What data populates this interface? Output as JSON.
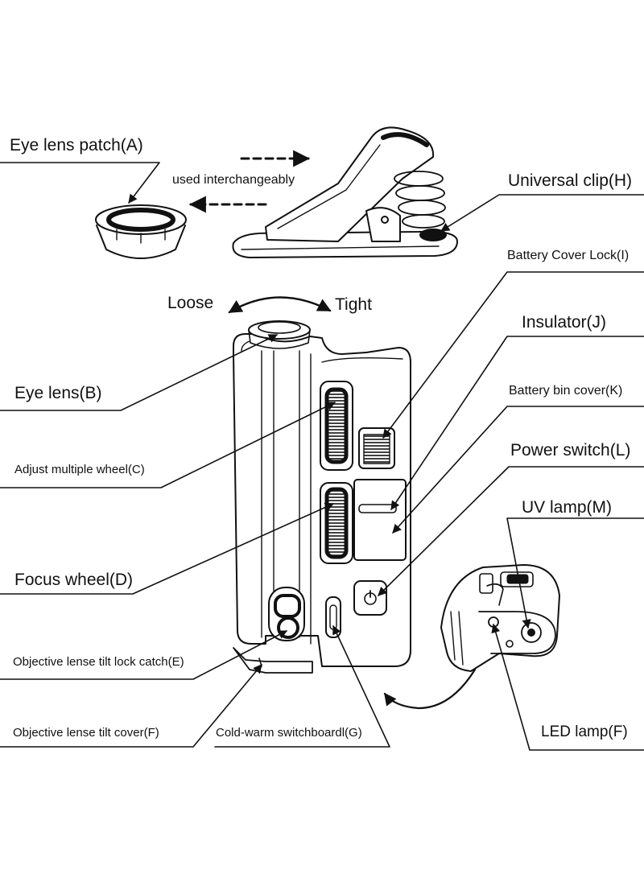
{
  "labels": {
    "eye_lens_patch": "Eye lens patch(A)",
    "used_interchangeably": "used interchangeably",
    "universal_clip": "Universal clip(H)",
    "battery_cover_lock": "Battery Cover Lock(I)",
    "loose": "Loose",
    "tight": "Tight",
    "insulator": "Insulator(J)",
    "eye_lens": "Eye lens(B)",
    "battery_bin_cover": "Battery bin cover(K)",
    "power_switch": "Power switch(L)",
    "adjust_multiple_wheel": "Adjust multiple wheel(C)",
    "uv_lamp": "UV lamp(M)",
    "focus_wheel": "Focus wheel(D)",
    "objective_tilt_lock_catch": "Objective lense tilt lock catch(E)",
    "objective_tilt_cover": "Objective lense tilt cover(F)",
    "cold_warm_switchboard": "Cold-warm switchboardl(G)",
    "led_lamp": "LED lamp(F)"
  }
}
